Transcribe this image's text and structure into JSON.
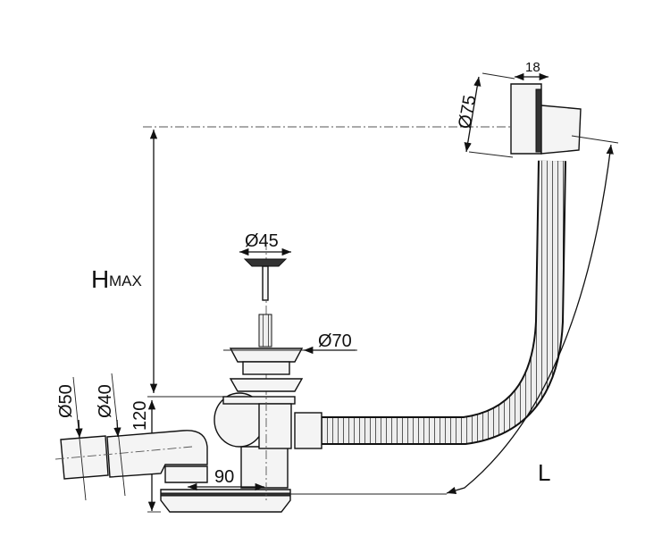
{
  "labels": {
    "d75": "Ø75",
    "w18": "18",
    "d45": "Ø45",
    "d70": "Ø70",
    "hmax_h": "H",
    "hmax_sub": "MAX",
    "d50": "Ø50",
    "d40": "Ø40",
    "h120": "120",
    "w90": "90",
    "length": "L"
  }
}
